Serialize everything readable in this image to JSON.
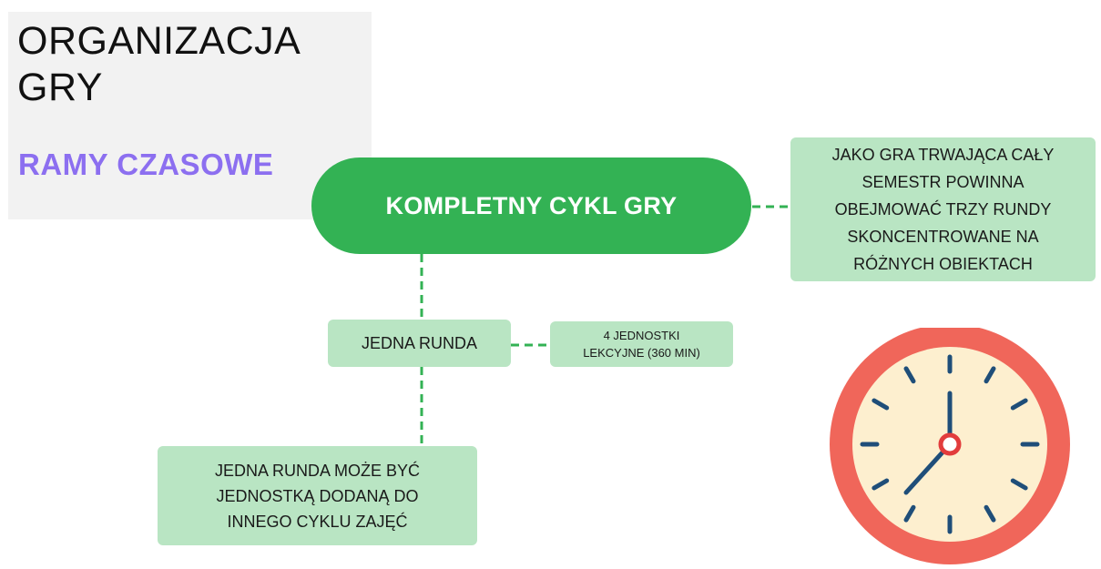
{
  "header": {
    "title_line1": "ORGANIZACJA",
    "title_line2": "GRY",
    "subtitle": "RAMY CZASOWE"
  },
  "nodes": {
    "main": "KOMPLETNY CYKL GRY",
    "right_note": [
      "JAKO GRA TRWAJĄCA CAŁY",
      "SEMESTR POWINNA",
      "OBEJMOWAĆ TRZY RUNDY",
      "SKONCENTROWANE NA",
      "RÓŻNYCH OBIEKTACH"
    ],
    "round": "JEDNA RUNDA",
    "units": [
      "4 JEDNOSTKI",
      "LEKCYJNE (360 MIN)"
    ],
    "bottom_note": [
      "JEDNA RUNDA MOŻE BYĆ",
      "JEDNOSTKĄ DODANĄ DO",
      "INNEGO CYKLU ZAJĘĆ"
    ]
  },
  "colors": {
    "main_green": "#33b254",
    "box_green": "#b9e5c3",
    "subtitle_purple": "#8c6ff0",
    "clock_rim": "#f0665a",
    "clock_face": "#fdefcf",
    "clock_ink": "#1f4e79"
  },
  "icons": {
    "clock": "clock-icon"
  }
}
